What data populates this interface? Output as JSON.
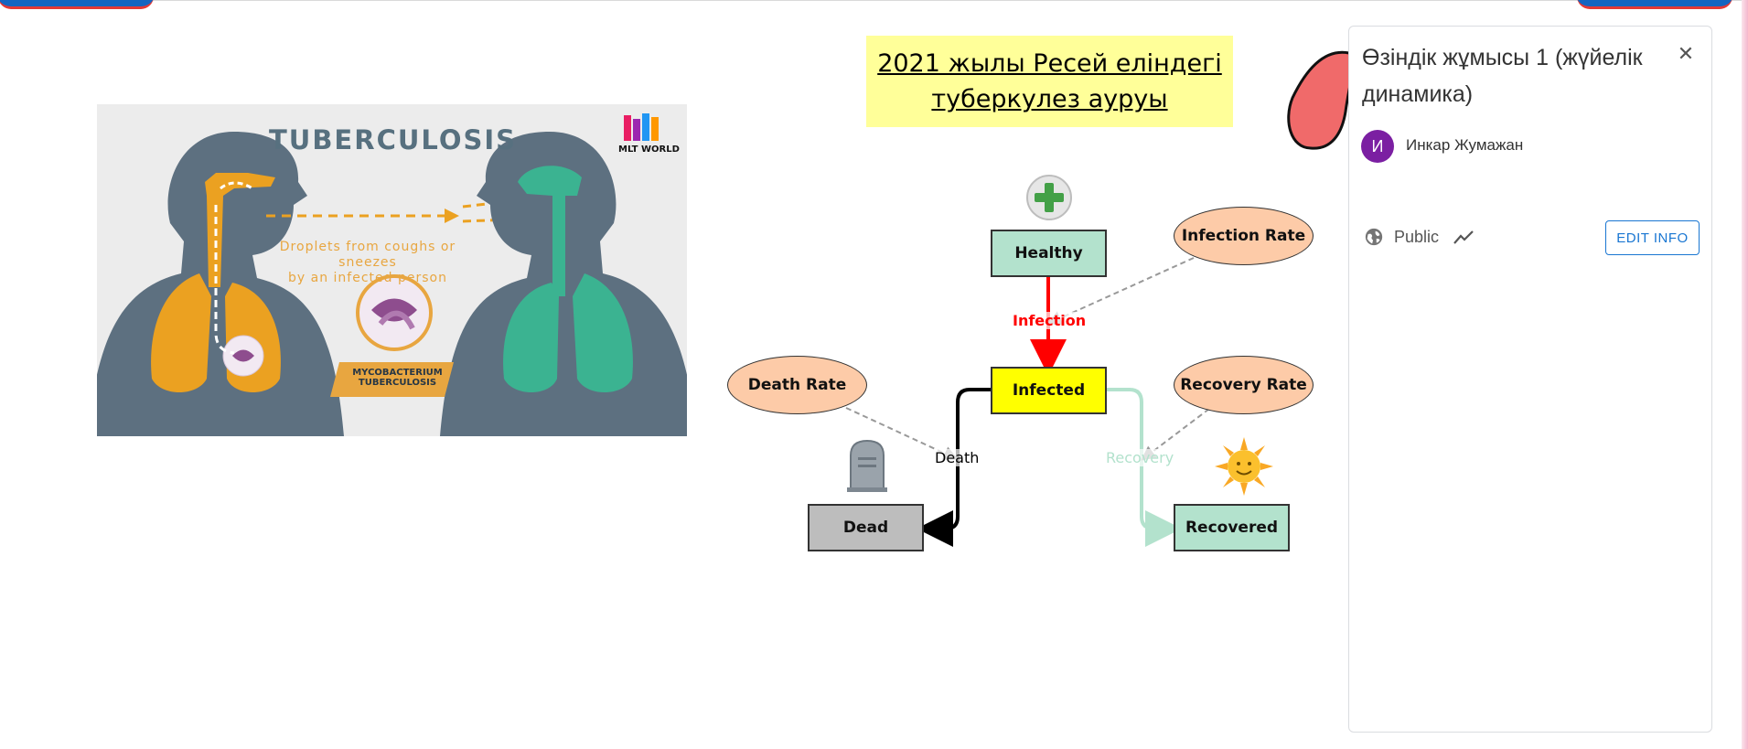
{
  "image": {
    "title": "TUBERCULOSIS",
    "caption": "Droplets from coughs or sneezes\nby an infected person",
    "badge": "MYCOBACTERIUM\nTUBERCULOSIS",
    "logo": "MLT WORLD"
  },
  "diagram": {
    "title": "2021 жылы Ресей еліндегі\nтуберкулез ауруы",
    "stocks": {
      "healthy": "Healthy",
      "infected": "Infected",
      "dead": "Dead",
      "recovered": "Recovered"
    },
    "variables": {
      "infection_rate": "Infection Rate",
      "death_rate": "Death Rate",
      "recovery_rate": "Recovery Rate"
    },
    "flows": {
      "infection": "Infection",
      "death": "Death",
      "recovery": "Recovery"
    },
    "colors": {
      "stock_green": "#b3e2cd",
      "infected_yellow": "#ffff00",
      "dead_gray": "#bdbdbd",
      "variable_peach": "#fdcba8",
      "infection_flow": "#ff0000",
      "recovery_flow": "#b3e2cd"
    },
    "icons": [
      "plus-icon",
      "tombstone-icon",
      "sun-icon",
      "lung-icon"
    ]
  },
  "panel": {
    "title": "Өзіндік жұмысы 1 (жүйелік динамика)",
    "close_label": "✕",
    "avatar_letter": "И",
    "author": "Инкар Жумажан",
    "visibility": "Public",
    "edit_label": "EDIT INFO",
    "accent": "#1976d2",
    "avatar_color": "#7b1fa2"
  }
}
